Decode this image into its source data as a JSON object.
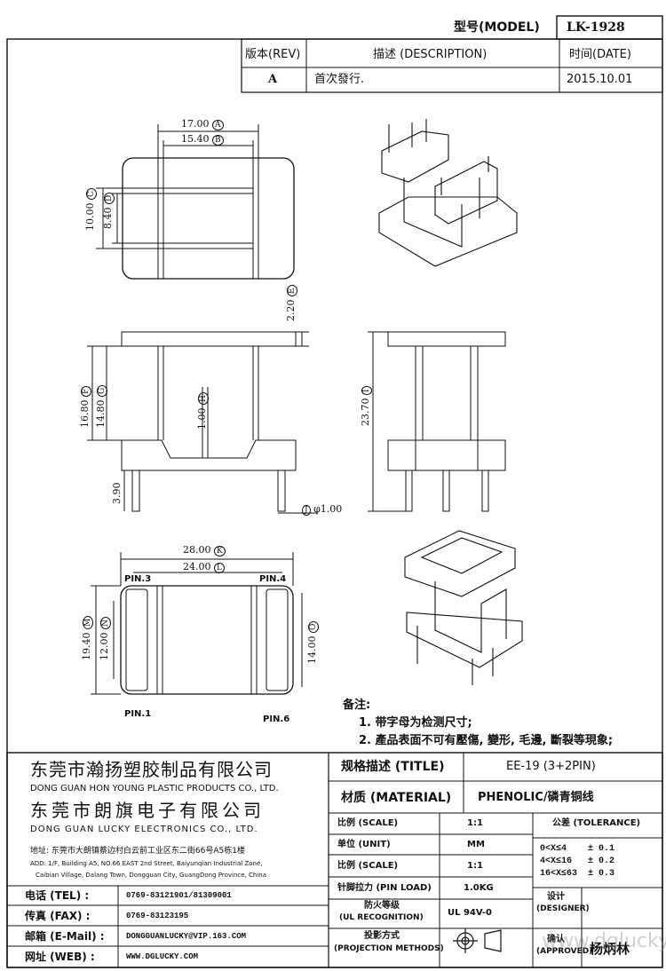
{
  "header": {
    "model_label": "型号(MODEL)",
    "model_value": "LK-1928",
    "rev_label": "版本(REV)",
    "desc_label": "描述 (DESCRIPTION)",
    "date_label": "时间(DATE)",
    "rev_value": "A",
    "desc_value": "首次發行.",
    "date_value": "2015.10.01"
  },
  "dims": {
    "d17": "17.00",
    "d1540": "15.40",
    "d10": "10.00",
    "d840": "8.40",
    "d220": "2.20",
    "d1680": "16.80",
    "d1480": "14.80",
    "d100": "1.00",
    "d2370": "23.70",
    "d390": "3.90",
    "dphi": "φ1.00",
    "d28": "28.00",
    "d24": "24.00",
    "d1940": "19.40",
    "d12": "12.00",
    "d14": "14.00",
    "pin3": "PIN.3",
    "pin4": "PIN.4",
    "pin1": "PIN.1",
    "pin6": "PIN.6",
    "circle_a": "A",
    "circle_b": "B",
    "circle_c": "C",
    "circle_d": "D",
    "circle_e": "E",
    "circle_f": "F",
    "circle_g": "G",
    "circle_h": "H",
    "circle_i": "I",
    "circle_j": "J",
    "circle_k": "K",
    "circle_l": "L",
    "circle_m": "M",
    "circle_n": "N",
    "circle_o": "O"
  },
  "notes": {
    "title": "备注:",
    "line1": "1. 带字母为检测尺寸;",
    "line2": "2. 產品表面不可有壓傷, 變形, 毛邊, 斷裂等現象;"
  },
  "company": {
    "name1_cn": "东莞市瀚扬塑胶制品有限公司",
    "name1_en": "DONG GUAN HON YOUNG PLASTIC PRODUCTS CO., LTD.",
    "name2_cn": "东莞市朗旗电子有限公司",
    "name2_en": "DONG GUAN LUCKY ELECTRONICS CO., LTD.",
    "addr_cn": "地址: 东莞市大朗镇蔡边村白云前工业区东二街66号A5栋1楼",
    "addr_en1": "ADD: 1/F, Building A5, NO.66 EAST 2nd Street, Baiyunqian Industrial Zone,",
    "addr_en2": "Caibian Village, Dalang Town, Dongguan City, GuangDong Province, China"
  },
  "contacts": [
    {
      "label": "电话 (TEL) :",
      "value": "0769-83121901/81309001"
    },
    {
      "label": "传真 (FAX) :",
      "value": "0769-83123195"
    },
    {
      "label": "邮箱 (E-Mail) :",
      "value": "DONGGUANLUCKY@VIP.163.COM"
    },
    {
      "label": "网址 (WEB) :",
      "value": "WWW.DGLUCKY.COM"
    }
  ],
  "spec": {
    "title_label": "规格描述 (TITLE)",
    "title_value": "EE-19 (3+2PIN)",
    "material_label": "材质 (MATERIAL)",
    "material_value": "PHENOLIC/磷青铜线",
    "scale_label1": "比例 (SCALE)",
    "scale_value1": "1:1",
    "unit_label": "单位 (UNIT)",
    "unit_value": "MM",
    "scale_label2": "比例 (SCALE)",
    "scale_value2": "1:1",
    "pinload_label": "针脚拉力 (PIN LOAD)",
    "pinload_value": "1.0KG",
    "fire_label1": "防火等级",
    "fire_label2": "(UL RECOGNITION)",
    "fire_value": "UL 94V-0",
    "proj_label1": "投影方式",
    "proj_label2": "(PROJECTION METHODS)",
    "tol_title": "公差 (TOLERANCE)",
    "tol1": "0<X≤4    ± 0.1",
    "tol2": "4<X≤16   ± 0.2",
    "tol3": "16<X≤63  ± 0.3",
    "designer1": "设计",
    "designer2": "(DESIGNER)",
    "approved1": "确认",
    "approved2": "(APPROVED)",
    "approver": "杨炳林",
    "watermark": "www.dglucky.com"
  }
}
